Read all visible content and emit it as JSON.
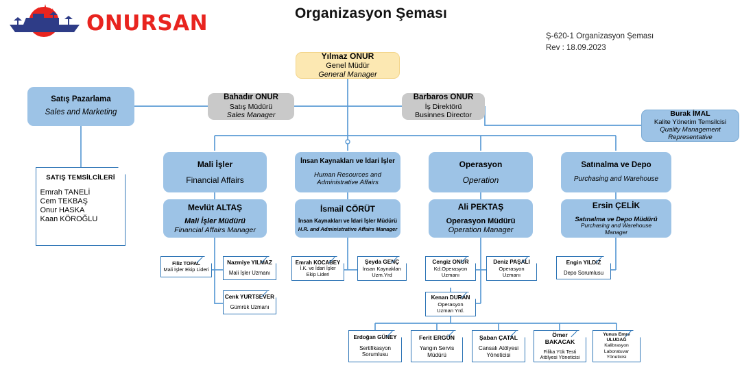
{
  "document": {
    "title": "Organizasyon Şeması",
    "code_line": "Ş-620-1 Organizasyon Şeması",
    "revision_line": "Rev : 18.09.2023",
    "logo_text": "ONURSAN",
    "logo_icon": "ship-flame-logo-icon",
    "brand_red": "#e8241f",
    "brand_navy": "#2e3c87",
    "accent_blue": "#9dc3e6",
    "accent_gray": "#c9c9c9",
    "accent_yellow": "#fce8b2",
    "connector_blue": "#5b9bd5"
  },
  "chart_data": {
    "type": "diagram",
    "title": "Organizasyon Şeması",
    "nodes": [
      {
        "id": "gm",
        "name": "Yılmaz ONUR",
        "title_tr": "Genel Müdür",
        "title_en": "General Manager",
        "style": "yellow"
      },
      {
        "id": "sales_dept",
        "name": "Satış Pazarlama",
        "title_tr": "",
        "title_en": "Sales and Marketing",
        "style": "blue"
      },
      {
        "id": "sales_mgr",
        "name": "Bahadır ONUR",
        "title_tr": "Satış Müdürü",
        "title_en": "Sales Manager",
        "style": "gray"
      },
      {
        "id": "bus_dir",
        "name": "Barbaros ONUR",
        "title_tr": "İş Direktörü",
        "title_en": "Businnes Director",
        "style": "gray"
      },
      {
        "id": "qmr",
        "name": "Burak İMAL",
        "title_tr": "Kalite Yönetim Temsilcisi",
        "title_en": "Quality Management Representative",
        "style": "blue"
      },
      {
        "id": "fin_dept",
        "name": "Mali İşler",
        "title_en": "Financial Affairs",
        "style": "blue"
      },
      {
        "id": "hr_dept",
        "name": "İnsan Kaynakları ve İdari İşler",
        "title_en": "Human Resources and Administrative Affairs",
        "style": "blue"
      },
      {
        "id": "ops_dept",
        "name": "Operasyon",
        "title_en": "Operation",
        "style": "blue"
      },
      {
        "id": "pur_dept",
        "name": "Satınalma ve Depo",
        "title_en": "Purchasing and Warehouse",
        "style": "blue"
      },
      {
        "id": "fin_mgr",
        "name": "Mevlüt ALTAŞ",
        "title_tr": "Mali İşler Müdürü",
        "title_en": "Financial Affairs Manager",
        "style": "blue"
      },
      {
        "id": "hr_mgr",
        "name": "İsmail CÖRÜT",
        "title_tr": "İnsan Kaynakları ve İdari İşler Müdürü",
        "title_en": "H.R. and Administrative Affairs Manager",
        "style": "blue"
      },
      {
        "id": "ops_mgr",
        "name": "Ali PEKTAŞ",
        "title_tr": "Operasyon Müdürü",
        "title_en": "Operation Manager",
        "style": "blue"
      },
      {
        "id": "pur_mgr",
        "name": "Ersin ÇELİK",
        "title_tr": "Satınalma ve Depo Müdürü",
        "title_en": "Purchasing and Warehouse Manager",
        "style": "blue"
      }
    ]
  },
  "boxes": {
    "gm": {
      "name": "Yılmaz ONUR",
      "line2": "Genel Müdür",
      "line3": "General Manager"
    },
    "sales_dept": {
      "name": "Satış Pazarlama",
      "line2": "Sales and Marketing"
    },
    "sales_mgr": {
      "name": "Bahadır ONUR",
      "line2": "Satış Müdürü",
      "line3": "Sales Manager"
    },
    "bus_dir": {
      "name": "Barbaros ONUR",
      "line2": "İş Direktörü",
      "line3": "Businnes Director"
    },
    "qmr": {
      "name": "Burak İMAL",
      "line2": "Kalite Yönetim Temsilcisi",
      "line3": "Quality Management",
      "line4": "Representative"
    },
    "fin_dept": {
      "name": "Mali İşler",
      "line2": "Financial Affairs"
    },
    "hr_dept": {
      "name": "İnsan Kaynakları ve İdari İşler",
      "line2": "Human Resources and",
      "line3": "Administrative Affairs"
    },
    "ops_dept": {
      "name": "Operasyon",
      "line2": "Operation"
    },
    "pur_dept": {
      "name": "Satınalma ve Depo",
      "line2": "Purchasing and Warehouse"
    },
    "fin_mgr": {
      "name": "Mevlüt ALTAŞ",
      "line2": "Mali İşler Müdürü",
      "line3": "Financial Affairs Manager"
    },
    "hr_mgr": {
      "name": "İsmail CÖRÜT",
      "line2": "İnsan Kaynakları ve İdari İşler Müdürü",
      "line3": "H.R. and Administrative Affairs Manager"
    },
    "ops_mgr": {
      "name": "Ali PEKTAŞ",
      "line2": "Operasyon Müdürü",
      "line3": "Operation Manager"
    },
    "pur_mgr": {
      "name": "Ersin ÇELİK",
      "line2": "Satınalma ve Depo Müdürü",
      "line3": "Purchasing and Warehouse",
      "line4": "Manager"
    }
  },
  "sales_reps": {
    "heading": "SATIŞ TEMSİLCİLERİ",
    "names": [
      "Emrah TANELİ",
      "Cem TEKBAŞ",
      "Onur HASKA",
      "Kaan KÖROĞLU"
    ]
  },
  "notes": {
    "filiz": {
      "name": "Filiz TOPAL",
      "role1": "Mali İşler Ekip Lideri"
    },
    "nazmiye": {
      "name": "Nazmiye YILMAZ",
      "role1": "Mali İşler Uzmanı"
    },
    "cenk": {
      "name": "Cenk YURTSEVER",
      "role1": "Gümrük Uzmanı"
    },
    "emrahk": {
      "name": "Emrah KOCABEY",
      "role1": "İ.K. ve İdari İşler",
      "role2": "Ekip Lideri"
    },
    "seyda": {
      "name": "Şeyda GENÇ",
      "role1": "İnsan Kaynakları",
      "role2": "Uzm.Yrd"
    },
    "cengiz": {
      "name": "Cengiz ONUR",
      "role1": "Kd.Operasyon",
      "role2": "Uzmanı"
    },
    "deniz": {
      "name": "Deniz PAŞALI",
      "role1": "Operasyon",
      "role2": "Uzmanı"
    },
    "engin": {
      "name": "Engin YILDIZ",
      "role1": "Depo Sorumlusu"
    },
    "kenan": {
      "name": "Kenan DURAN",
      "role1": "Operasyon",
      "role2": "Uzman Yrd."
    },
    "erdogan": {
      "name": "Erdoğan GÜNEY",
      "role1": "Sertifikasyon",
      "role2": "Sorumlusu"
    },
    "ferit": {
      "name": "Ferit ERGÜN",
      "role1": "Yangın Servis",
      "role2": "Müdürü"
    },
    "saban": {
      "name": "Şaban ÇATAL",
      "role1": "Cansalı Atölyesi",
      "role2": "Yöneticisi"
    },
    "omer": {
      "name": "Ömer",
      "name2": "BAKACAK",
      "role1": "Filika Yük Testi",
      "role2": "Atölyesi Yöneticisi"
    },
    "yunus": {
      "name": "Yunus Emre",
      "name2": "ULUDAĞ",
      "role1": "Kalibrasyon",
      "role2": "Laboratuvar",
      "role3": "Yöneticisi"
    }
  }
}
